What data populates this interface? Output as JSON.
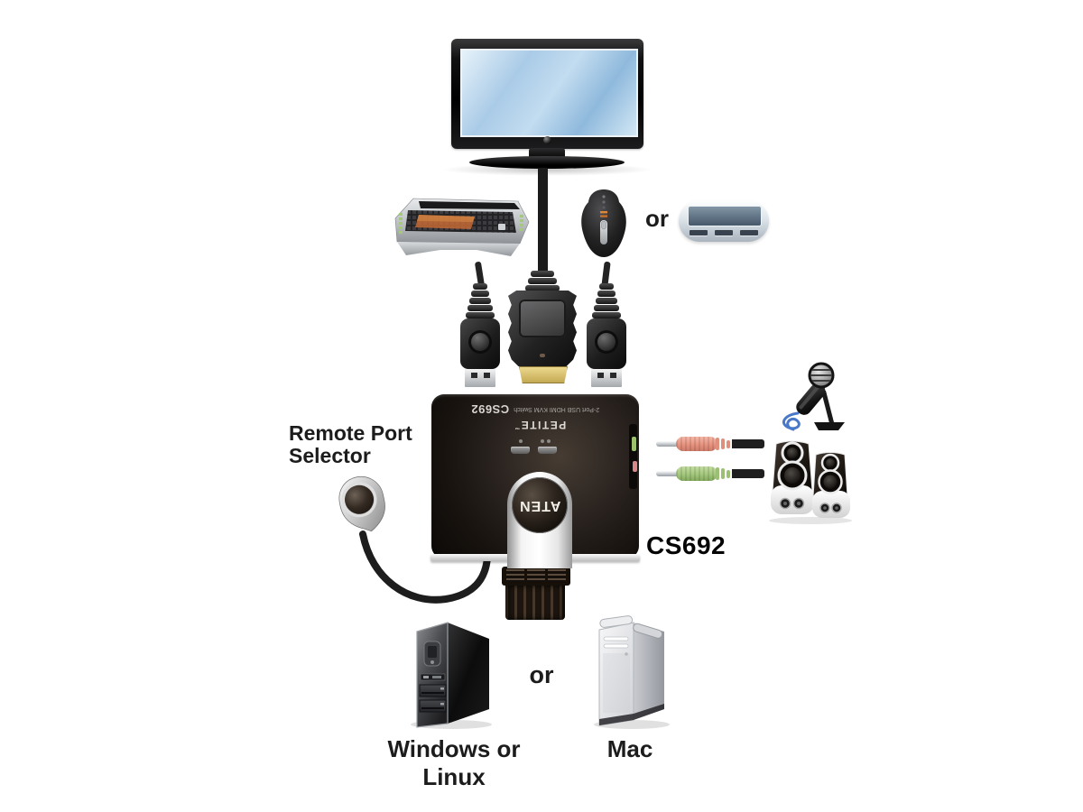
{
  "diagram": {
    "kvm_switch": {
      "model_caption": "CS692",
      "top_print_model": "CS692",
      "top_print_desc": "2-Port USB HDMI KVM Switch",
      "brand_print": "PETITE",
      "logo_text": "ATEN"
    },
    "labels": {
      "remote_port_selector": "Remote Port Selector",
      "or_peripherals": "or",
      "or_computers": "or",
      "computer_left": "Windows or Linux",
      "computer_right": "Mac"
    },
    "colors": {
      "background": "#ffffff",
      "mic_plug_pink": "#e6927f",
      "speaker_plug_green": "#a3c77c",
      "screen_blue": "#aacbe7",
      "label_text": "#1c1c1c"
    },
    "icons": {
      "monitor": "hdmi-display-illustration",
      "keyboard": "gaming-keyboard-illustration",
      "mouse": "usb-mouse-illustration",
      "usb_hub": "usb-peripheral-hub-illustration",
      "usb_cable_left": "usb-connector-illustration",
      "usb_cable_right": "usb-connector-illustration",
      "hdmi_cable": "hdmi-connector-illustration",
      "remote_selector": "remote-port-selector-button",
      "microphone": "microphone-illustration",
      "speakers": "stereo-speakers-illustration",
      "pc_tower": "windows-linux-tower-illustration",
      "mac_tower": "mac-tower-illustration"
    }
  }
}
